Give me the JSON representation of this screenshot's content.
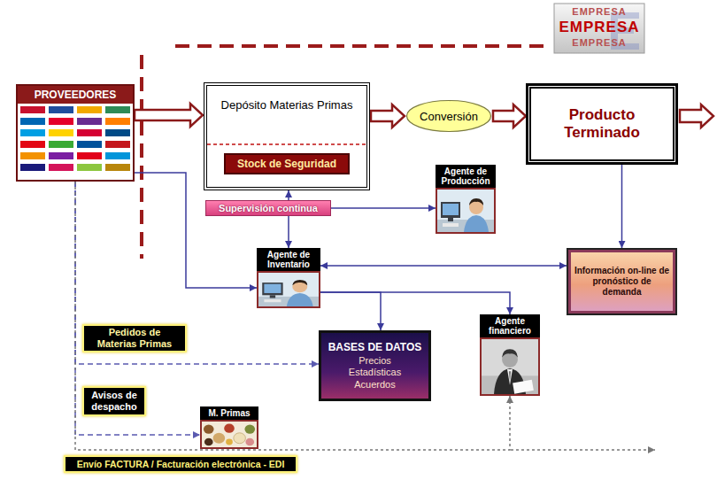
{
  "diagram": {
    "nodes": [
      {
        "text": [
          "PROVEEDORES"
        ]
      },
      {
        "text": [
          "Depósito Materias Primas"
        ]
      },
      {
        "text": [
          "Stock de Seguridad"
        ],
        "in": 1
      },
      {
        "text": [
          "Conversión"
        ]
      },
      {
        "text": [
          "Producto Terminado"
        ]
      },
      {
        "text": [
          "Agente de Producción"
        ]
      },
      {
        "text": [
          "Supervisión continua"
        ]
      },
      {
        "text": [
          "Agente de Inventario"
        ]
      },
      {
        "text": [
          "Información on-line de pronóstico de demanda"
        ]
      },
      {
        "text": [
          "Pedidos de Materias Primas"
        ]
      },
      {
        "text": [
          "BASES DE DATOS",
          "Precios Estadísticas Acuerdos"
        ]
      },
      {
        "text": [
          "Agente financiero"
        ]
      },
      {
        "text": [
          "Avisos de despacho"
        ]
      },
      {
        "text": [
          "M. Primas"
        ]
      },
      {
        "text": [
          "Envío FACTURA / Facturación electrónica - EDI"
        ]
      }
    ],
    "edges": [
      {
        "from": 0,
        "to": 1,
        "arrow": "to"
      },
      {
        "from": 1,
        "to": 3,
        "arrow": "to"
      },
      {
        "from": 3,
        "to": 4,
        "arrow": "to"
      },
      {
        "from": 6,
        "to": 1,
        "arrow": "to"
      },
      {
        "from": 6,
        "to": 7,
        "arrow": "to"
      },
      {
        "from": 6,
        "to": 5,
        "arrow": "to"
      },
      {
        "from": 4,
        "to": 8,
        "arrow": "to"
      },
      {
        "from": 7,
        "to": 8,
        "arrow": "both"
      },
      {
        "from": 0,
        "to": 7,
        "arrow": "to"
      },
      {
        "from": 7,
        "to": 10,
        "arrow": "to"
      },
      {
        "from": 7,
        "to": 11,
        "arrow": "to"
      },
      {
        "from": 0,
        "to": 10,
        "arrow": "to"
      },
      {
        "from": 0,
        "to": 13,
        "arrow": "to"
      },
      {
        "from": 0,
        "to": 11,
        "arrow": "to"
      }
    ],
    "labels": [
      "EMPRESA",
      "EMPRESA",
      "EMPRESA"
    ]
  }
}
